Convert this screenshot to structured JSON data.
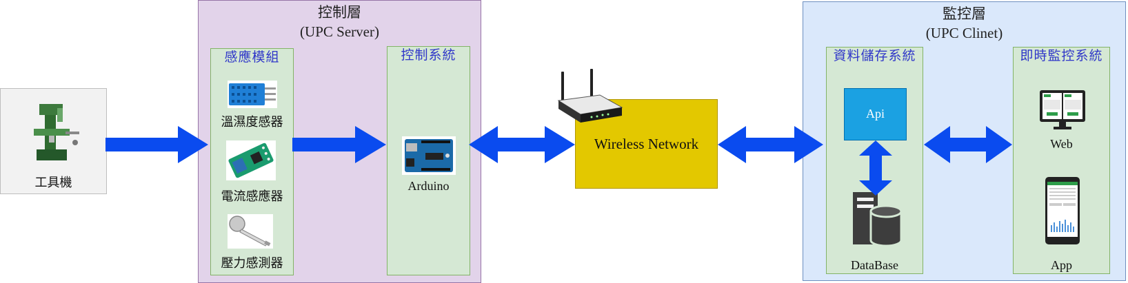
{
  "machine": {
    "label": "工具機"
  },
  "control_layer": {
    "title": "控制層",
    "subtitle": "(UPC Server)"
  },
  "sensor_module": {
    "title": "感應模組",
    "items": [
      {
        "label": "溫濕度感器"
      },
      {
        "label": "電流感應器"
      },
      {
        "label": "壓力感測器"
      }
    ]
  },
  "control_system": {
    "title": "控制系統",
    "device_label": "Arduino"
  },
  "network": {
    "label": "Wireless Network"
  },
  "monitor_layer": {
    "title": "監控層",
    "subtitle": "(UPC Clinet)"
  },
  "storage_system": {
    "title": "資料儲存系統",
    "api_label": "Api",
    "db_label": "DataBase"
  },
  "realtime_system": {
    "title": "即時監控系統",
    "web_label": "Web",
    "app_label": "App"
  },
  "colors": {
    "control_layer_bg": "#e2d3ea",
    "monitor_layer_bg": "#dae8fb",
    "subsystem_bg": "#d5e8d4",
    "network_bg": "#e3c800",
    "api_bg": "#1ba1e2",
    "arrow": "#0a4bef"
  }
}
